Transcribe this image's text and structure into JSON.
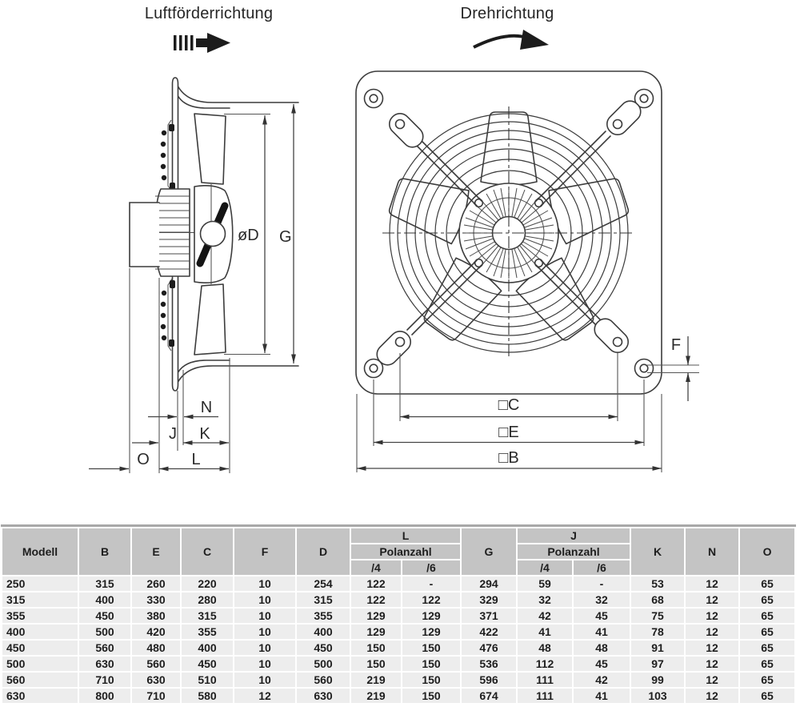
{
  "titles": {
    "airflow": "Luftförderrichtung",
    "rotation": "Drehrichtung"
  },
  "dimensions": {
    "side": {
      "diameter": "øD",
      "height": "G",
      "n": "N",
      "j": "J",
      "k": "K",
      "o": "O",
      "l": "L"
    },
    "front": {
      "f": "F",
      "c": "□C",
      "e": "□E",
      "b": "□B"
    }
  },
  "table": {
    "header": {
      "model": "Modell",
      "b": "B",
      "e": "E",
      "c": "C",
      "f": "F",
      "d": "D",
      "l": "L",
      "g": "G",
      "j": "J",
      "k": "K",
      "n": "N",
      "o": "O",
      "polanzahl": "Polanzahl",
      "pole4": "/4",
      "pole6": "/6"
    },
    "rows": [
      [
        "250",
        "315",
        "260",
        "220",
        "10",
        "254",
        "122",
        "-",
        "294",
        "59",
        "-",
        "53",
        "12",
        "65"
      ],
      [
        "315",
        "400",
        "330",
        "280",
        "10",
        "315",
        "122",
        "122",
        "329",
        "32",
        "32",
        "68",
        "12",
        "65"
      ],
      [
        "355",
        "450",
        "380",
        "315",
        "10",
        "355",
        "129",
        "129",
        "371",
        "42",
        "45",
        "75",
        "12",
        "65"
      ],
      [
        "400",
        "500",
        "420",
        "355",
        "10",
        "400",
        "129",
        "129",
        "422",
        "41",
        "41",
        "78",
        "12",
        "65"
      ],
      [
        "450",
        "560",
        "480",
        "400",
        "10",
        "450",
        "150",
        "150",
        "476",
        "48",
        "48",
        "91",
        "12",
        "65"
      ],
      [
        "500",
        "630",
        "560",
        "450",
        "10",
        "500",
        "150",
        "150",
        "536",
        "112",
        "45",
        "97",
        "12",
        "65"
      ],
      [
        "560",
        "710",
        "630",
        "510",
        "10",
        "560",
        "219",
        "150",
        "596",
        "111",
        "42",
        "99",
        "12",
        "65"
      ],
      [
        "630",
        "800",
        "710",
        "580",
        "12",
        "630",
        "219",
        "150",
        "674",
        "111",
        "41",
        "103",
        "12",
        "65"
      ]
    ]
  },
  "colors": {
    "header_bg": "#c4c4c4",
    "row_bg": "#ededed",
    "line": "#3c3c3c"
  }
}
